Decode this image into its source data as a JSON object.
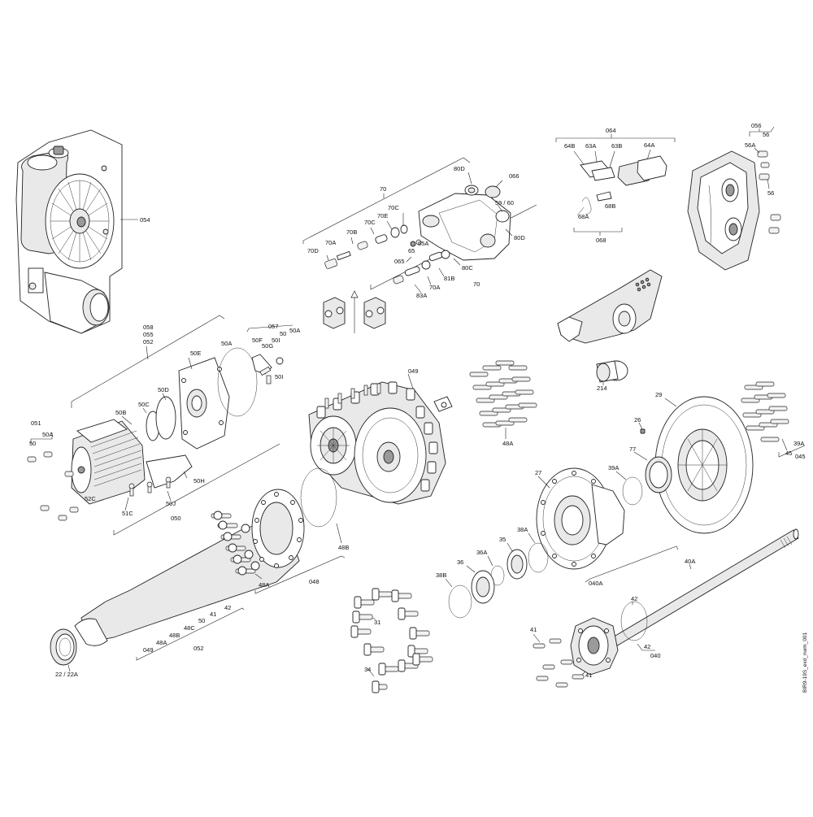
{
  "drawing": {
    "reference": "BIR9-19S_exd_nwm_001",
    "labels": {
      "l054": "054",
      "l064": "064",
      "l64B": "64B",
      "l63A": "63A",
      "l63B": "63B",
      "l64A": "64A",
      "l68B": "68B",
      "l68A": "68A",
      "l068": "068",
      "l056": "056",
      "l56": "56",
      "l56A": "56A",
      "l56b": "56",
      "l70": "70",
      "l80D": "80D",
      "l066": "066",
      "l70C": "70C",
      "l70E": "70E",
      "l70Cb": "70C",
      "l70B": "70B",
      "l70A": "70A",
      "l70D": "70D",
      "l59_60": "59 /  60",
      "l80Db": "80D",
      "l65A": "65A",
      "l065": "065",
      "l65": "65",
      "l80C": "80C",
      "l81B": "81B",
      "l70Ab": "70A",
      "l83A": "83A",
      "l70b": "70",
      "l058": "058",
      "l055": "055",
      "l052": "052",
      "l057": "057",
      "l50F": "50F",
      "l50": "50",
      "l50A": "50A",
      "l50Ab": "50A",
      "l50G": "50G",
      "l50I": "50I",
      "l50Ib": "50I",
      "l50E": "50E",
      "l50D": "50D",
      "l50C": "50C",
      "l50B": "50B",
      "l051": "051",
      "l50Ac": "50A",
      "l50b": "50",
      "l52C": "52C",
      "l51C": "51C",
      "l50J": "50J",
      "l50H": "50H",
      "l050": "050",
      "l049": "049",
      "l48A": "48A",
      "l48B": "48B",
      "l048": "048",
      "l48Ab": "48A",
      "l214": "214",
      "l29": "29",
      "l26": "26",
      "l77": "77",
      "l39A": "39A",
      "l27": "27",
      "l39Ab": "39A",
      "l45": "45",
      "l045": "045",
      "l38A": "38A",
      "l35": "35",
      "l36A": "36A",
      "l36": "36",
      "l38B": "38B",
      "l31": "31",
      "l34": "34",
      "l40A": "40A",
      "l040A": "040A",
      "l42": "42",
      "l41": "41",
      "l42b": "42",
      "l040": "040",
      "l41b": "41",
      "l42c": "42",
      "l41c": "41",
      "l50c": "50",
      "l48C": "48C",
      "l48B2": "48B",
      "l48A2": "48A",
      "l049b": "049",
      "l052b": "052",
      "l22_22A": "22 / 22A"
    }
  }
}
